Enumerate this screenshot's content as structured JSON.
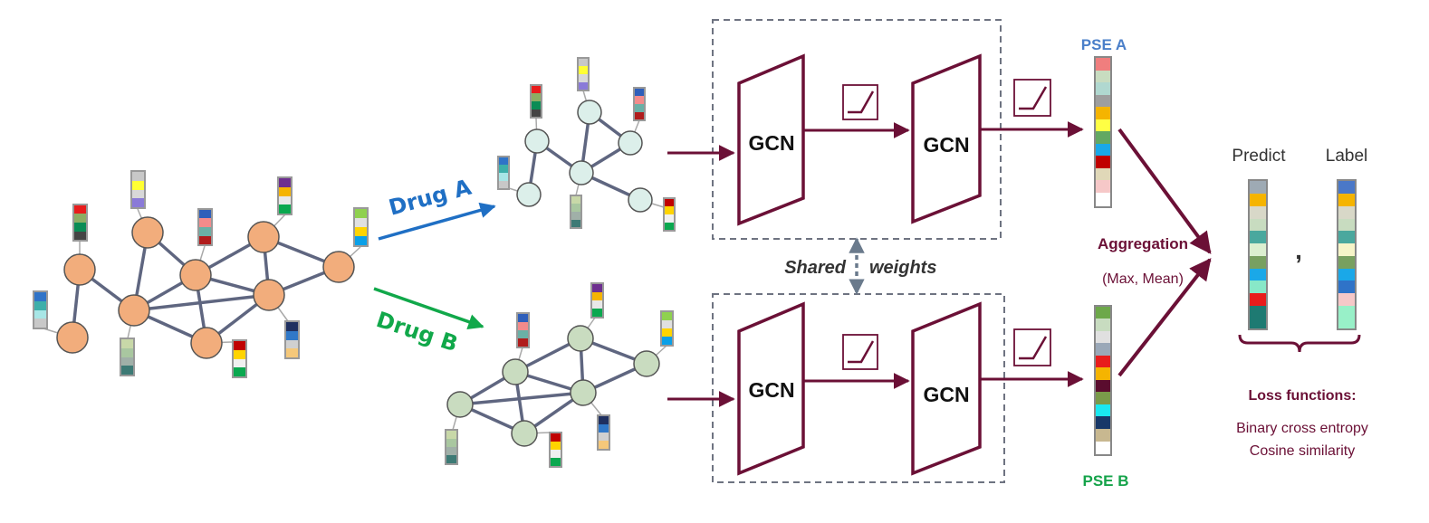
{
  "drug_a": {
    "label": "Drug A",
    "color": "#1f6fc4"
  },
  "drug_b": {
    "label": "Drug B",
    "color": "#11a84a"
  },
  "gcn_label": "GCN",
  "shared_weights": {
    "left": "Shared",
    "right": "weights"
  },
  "pse_a": {
    "label": "PSE A",
    "color": "#4a7fc9"
  },
  "pse_b": {
    "label": "PSE B",
    "color": "#15a34a"
  },
  "aggregation": {
    "title": "Aggregation",
    "detail": "(Max, Mean)"
  },
  "predict_label": "Predict",
  "label_label": "Label",
  "separator": ",",
  "loss": {
    "title": "Loss functions:",
    "items": [
      "Binary cross entropy",
      "Cosine similarity"
    ]
  },
  "colors": {
    "accent": "#6b1036",
    "edge": "#5f6680",
    "node_full": "#f2ad7c",
    "node_a": "#dcefea",
    "node_b": "#c9dcc0",
    "dashed_box": "#6e7381"
  },
  "icons": [
    "relu-activation-icon",
    "double-arrow-icon"
  ]
}
